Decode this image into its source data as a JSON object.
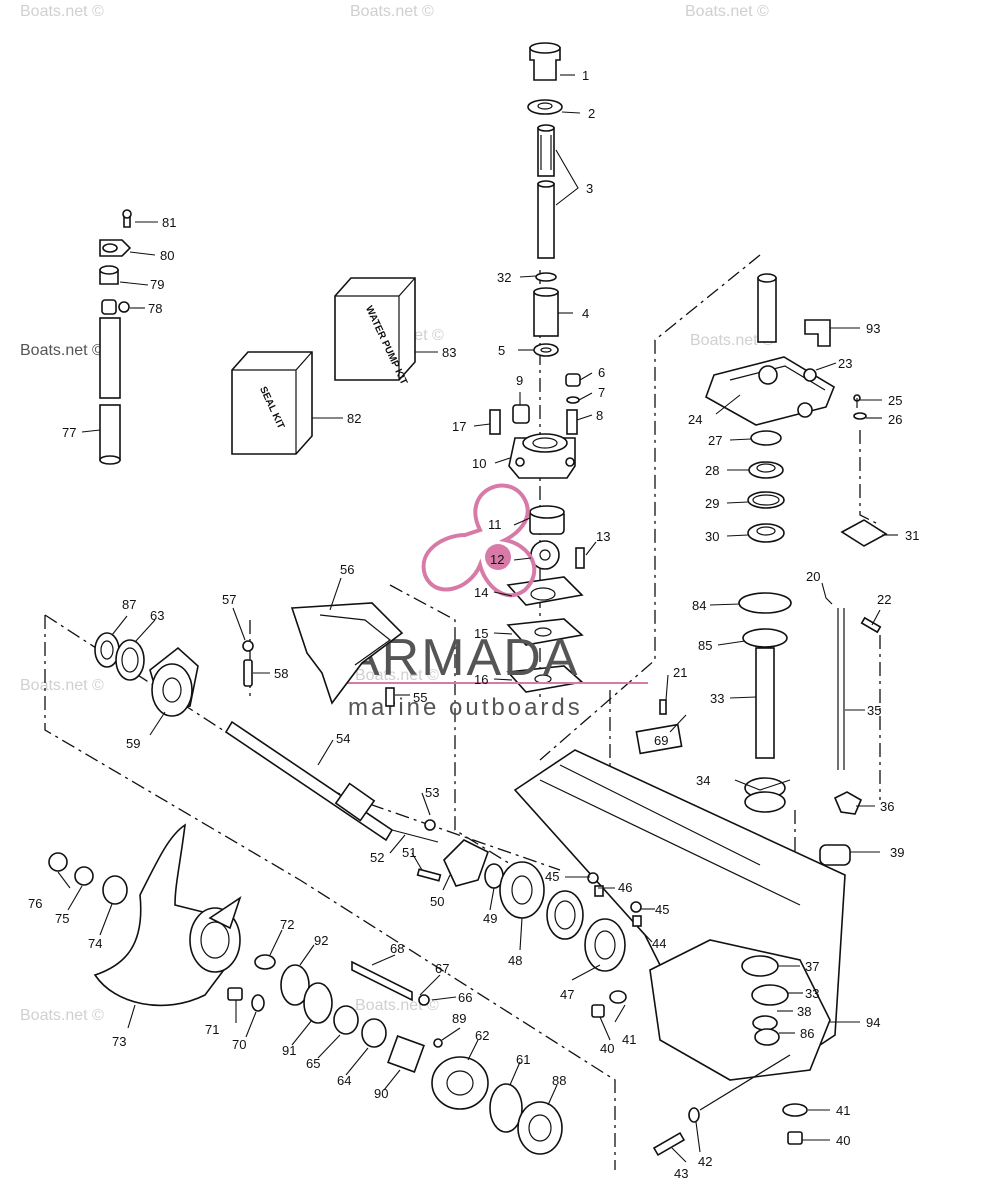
{
  "watermark_text": "Boats.net ©",
  "logo": {
    "name": "ARMADA",
    "tagline": "marine outboards",
    "color": "#d77aa8"
  },
  "kits": {
    "seal_kit": "SEAL KIT",
    "water_pump_kit": "WATER PUMP KIT"
  },
  "part_numbers": [
    "1",
    "2",
    "3",
    "4",
    "5",
    "6",
    "7",
    "8",
    "9",
    "10",
    "11",
    "12",
    "13",
    "14",
    "15",
    "16",
    "17",
    "20",
    "21",
    "22",
    "23",
    "24",
    "25",
    "26",
    "27",
    "28",
    "29",
    "30",
    "31",
    "32",
    "33",
    "34",
    "35",
    "36",
    "37",
    "38",
    "39",
    "40",
    "41",
    "42",
    "43",
    "44",
    "45",
    "46",
    "47",
    "48",
    "49",
    "50",
    "51",
    "52",
    "53",
    "54",
    "55",
    "56",
    "57",
    "58",
    "59",
    "61",
    "62",
    "63",
    "64",
    "65",
    "66",
    "67",
    "68",
    "69",
    "70",
    "71",
    "72",
    "73",
    "74",
    "75",
    "76",
    "77",
    "78",
    "79",
    "80",
    "81",
    "82",
    "83",
    "84",
    "85",
    "86",
    "87",
    "88",
    "89",
    "90",
    "91",
    "92",
    "93",
    "94"
  ]
}
